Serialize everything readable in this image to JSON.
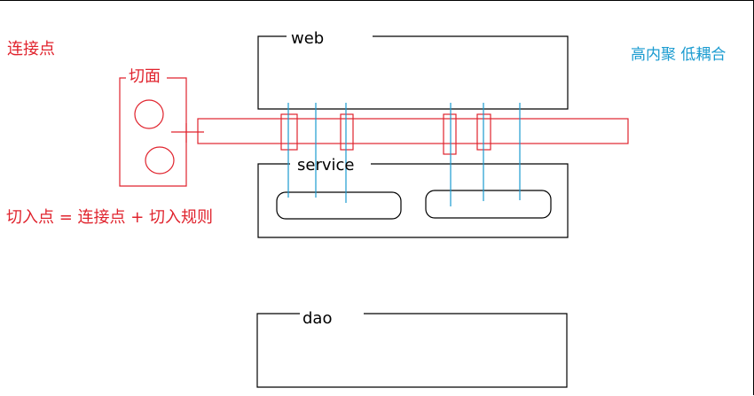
{
  "colors": {
    "black": "#000000",
    "red": "#e0232d",
    "blue": "#1a9bd0",
    "background": "#ffffff"
  },
  "labels": {
    "web": "web",
    "service": "service",
    "dao": "dao",
    "join_point": "连接点",
    "aspect": "切面",
    "pointcut_formula": "切入点 = 连接点 + 切入规则",
    "cohesion_coupling": "高内聚 低耦合"
  }
}
